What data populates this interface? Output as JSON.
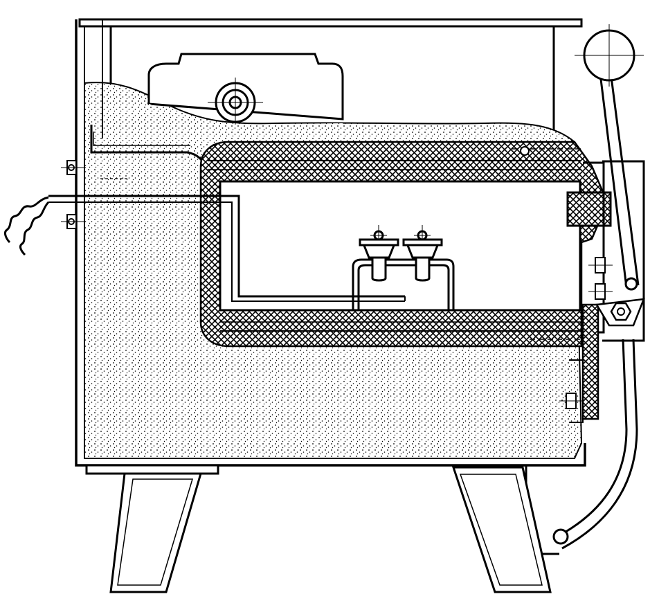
{
  "diagram": {
    "labels": [],
    "colors": {
      "ink": "#000000",
      "paper": "#ffffff",
      "insulation_dots": "#000000",
      "refractory_hatch": "#000000"
    },
    "components": [
      "furnace-housing",
      "top-cover-plate",
      "insulation-fill",
      "muffle-chamber",
      "crucible-rack",
      "crucible",
      "thermocouple",
      "heater-lead-wires",
      "door-assembly",
      "door-lever",
      "counterweight-ball",
      "support-leg"
    ]
  }
}
